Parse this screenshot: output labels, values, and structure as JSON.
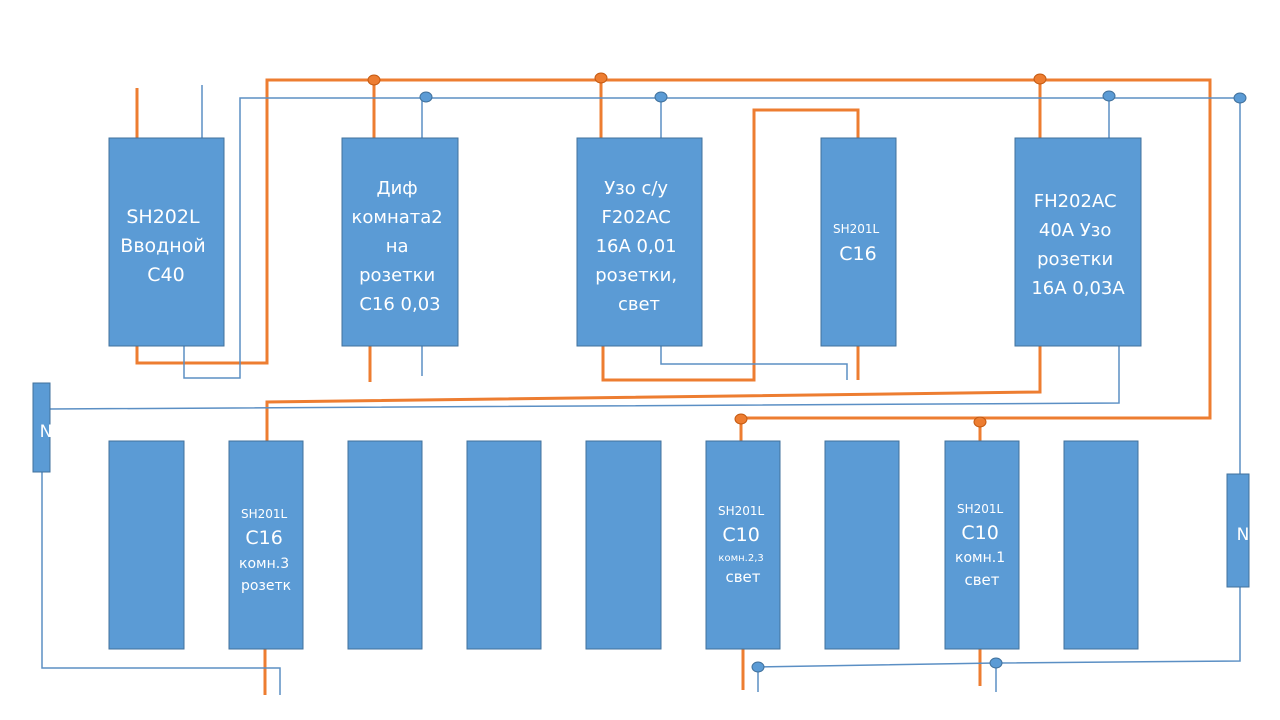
{
  "title": "Distribution panel wiring diagram",
  "colors": {
    "breaker_fill": "#5b9bd5",
    "phase_wire": "#ed7d31",
    "neutral_wire": "#5b8fc4",
    "label_text": "#ffffff"
  },
  "top_row": [
    {
      "id": "main",
      "lines": [
        "SH202L",
        "Вводной",
        "C40"
      ]
    },
    {
      "id": "rcbo-room2",
      "lines": [
        "Диф",
        "комната2",
        "на",
        "розетки",
        "C16 0,03"
      ]
    },
    {
      "id": "rcd-bathroom",
      "lines": [
        "Узо с/у",
        "F202AC",
        "16A 0,01",
        "розетки,",
        "свет"
      ]
    },
    {
      "id": "mcb-c16",
      "lines": [
        "SH201L",
        "C16"
      ]
    },
    {
      "id": "rcd-sockets",
      "lines": [
        "FH202AC",
        "40A Узо",
        "розетки",
        "16A 0,03A"
      ]
    }
  ],
  "bottom_row": [
    {
      "id": "slot-1",
      "lines": []
    },
    {
      "id": "mcb-room3-sockets",
      "lines": [
        "SH201L",
        "C16",
        "комн.3",
        "розетк"
      ]
    },
    {
      "id": "slot-3",
      "lines": []
    },
    {
      "id": "slot-4",
      "lines": []
    },
    {
      "id": "slot-5",
      "lines": []
    },
    {
      "id": "mcb-room23-light",
      "lines": [
        "SH201L",
        "C10",
        "комн.2,3",
        "свет"
      ]
    },
    {
      "id": "slot-7",
      "lines": []
    },
    {
      "id": "mcb-room1-light",
      "lines": [
        "SH201L",
        "C10",
        "комн.1",
        "свет"
      ]
    },
    {
      "id": "slot-9",
      "lines": []
    }
  ],
  "neutral_bars": [
    {
      "id": "n-left",
      "label": "N"
    },
    {
      "id": "n-right",
      "label": "N"
    }
  ]
}
